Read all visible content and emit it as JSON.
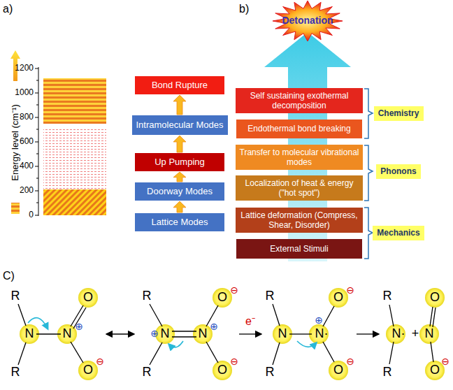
{
  "diagram": {
    "nodes": [
      {
        "text": [
          "Lattice Modes"
        ]
      },
      {
        "text": [
          "Doorway Modes"
        ]
      },
      {
        "text": [
          "Up Pumping"
        ]
      },
      {
        "text": [
          "Intramolecular Modes"
        ]
      },
      {
        "text": [
          "Bond Rupture"
        ]
      },
      {
        "text": [
          "Detonation"
        ]
      },
      {
        "text": [
          "Self sustaining exothermal decomposition"
        ]
      },
      {
        "text": [
          "Endothermal bond breaking"
        ]
      },
      {
        "text": [
          "Transfer to molecular vibrational modes"
        ]
      },
      {
        "text": [
          "Localization of heat & energy (\"hot spot\")"
        ]
      },
      {
        "text": [
          "Lattice deformation (Compress, Shear, Disorder)"
        ]
      },
      {
        "text": [
          "External Stimuli"
        ]
      },
      {
        "text": [
          "Chemistry"
        ]
      },
      {
        "text": [
          "Phonons"
        ]
      },
      {
        "text": [
          "Mechanics"
        ]
      }
    ],
    "edges": [
      {
        "from": 0,
        "to": 1,
        "arrow": "to"
      },
      {
        "from": 1,
        "to": 2,
        "arrow": "to"
      },
      {
        "from": 2,
        "to": 3,
        "arrow": "to"
      },
      {
        "from": 3,
        "to": 4,
        "arrow": "to"
      }
    ],
    "labels": [
      "a)",
      "b)",
      "C)",
      "1200",
      "1000",
      "800",
      "600",
      "400",
      "200",
      "0",
      "Energy level (cm⁻¹)",
      "R",
      "R",
      "N",
      "N",
      "⊕",
      "O",
      "O",
      "⊖",
      "R",
      "R",
      "⊕",
      "N",
      "N",
      "⊕",
      "O",
      "⊖",
      "O",
      "⊖",
      "e⁻",
      "R",
      "R",
      "N",
      "N·",
      "⊕",
      "O",
      "⊖",
      "O",
      "⊖",
      "R",
      "R",
      "N·",
      "+",
      "N",
      "O",
      "O",
      "⊖"
    ]
  }
}
